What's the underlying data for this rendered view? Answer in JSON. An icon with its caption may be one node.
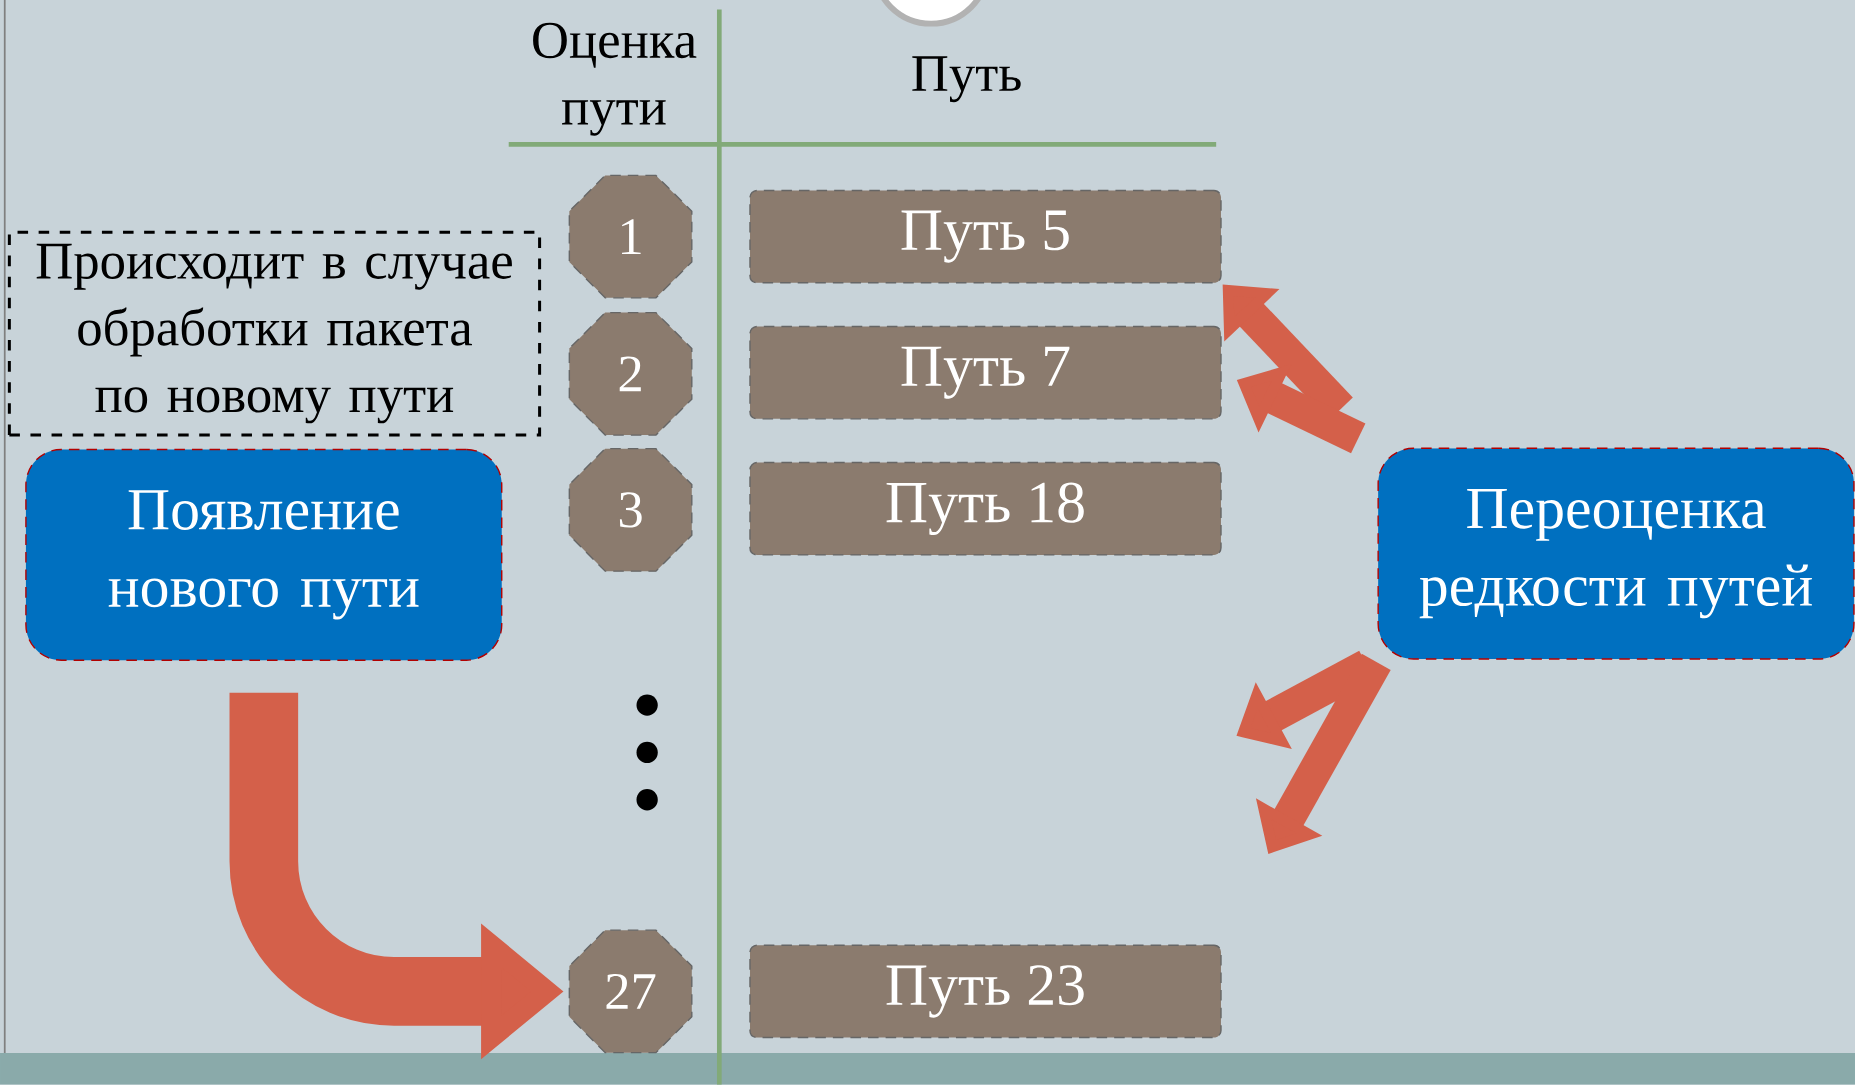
{
  "diagram": {
    "nodes": [
      {
        "text": [
          "Происходит в случае обработки пакета по новому пути"
        ]
      },
      {
        "text": [
          "Появление нового пути"
        ]
      },
      {
        "text": [
          "1"
        ]
      },
      {
        "text": [
          "2"
        ]
      },
      {
        "text": [
          "3"
        ]
      },
      {
        "text": [
          "27"
        ]
      },
      {
        "text": [
          "Путь 5"
        ]
      },
      {
        "text": [
          "Путь 7"
        ]
      },
      {
        "text": [
          "Путь 18"
        ]
      },
      {
        "text": [
          "Путь 23"
        ]
      },
      {
        "text": [
          "Переоценка редкости путей"
        ]
      }
    ],
    "edges": [
      {
        "from": 1,
        "to": 5,
        "arrow": "to",
        "style": "thick"
      },
      {
        "from": 10,
        "to": 6,
        "arrow": "to"
      },
      {
        "from": 10,
        "to": 7,
        "arrow": "to"
      },
      {
        "from": 10,
        "to": null,
        "arrow": "to"
      },
      {
        "from": 10,
        "to": null,
        "arrow": "to"
      }
    ],
    "labels": [
      "Оценка пути",
      "Путь"
    ]
  }
}
